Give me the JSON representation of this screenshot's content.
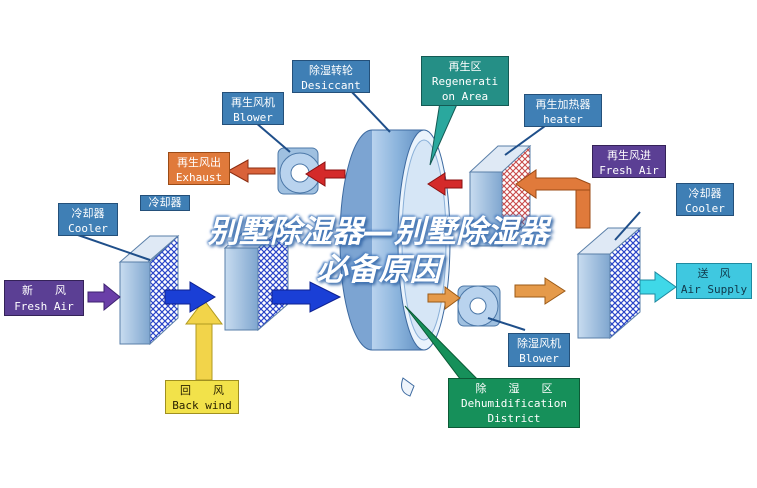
{
  "labels": {
    "desiccant": {
      "zh": "除湿转轮",
      "en": "Desiccant"
    },
    "regeneration_area": {
      "zh": "再生区",
      "en1": "Regenerati",
      "en2": "on Area"
    },
    "regen_blower": {
      "zh": "再生风机",
      "en": "Blower"
    },
    "regen_heater": {
      "zh": "再生加热器",
      "en": "heater"
    },
    "regen_exhaust": {
      "zh": "再生风出",
      "en": "Exhaust"
    },
    "regen_air_in": {
      "zh": "再生风进",
      "en": "Fresh Air"
    },
    "cooler_left": {
      "zh": "冷却器",
      "en": "Cooler"
    },
    "cooler_right": {
      "zh": "冷却器",
      "en": "Cooler"
    },
    "cooler_partial": {
      "zh": "冷却器"
    },
    "fresh_air": {
      "zh": "新　　风",
      "en": "Fresh Air"
    },
    "air_supply": {
      "zh": "送　风",
      "en": "Air Supply"
    },
    "back_wind": {
      "zh": "回　　风",
      "en": "Back wind"
    },
    "dehum_blower": {
      "zh": "除湿风机",
      "en": "Blower"
    },
    "dehum_district": {
      "zh": "除　　湿　　区",
      "en1": "Dehumidification",
      "en2": "District"
    }
  },
  "watermark": {
    "line1": "别墅除湿器—别墅除湿器",
    "line2": "必备原因"
  },
  "colors": {
    "label_blue": "#3f7fb5",
    "orange": "#e07a3b",
    "purple": "#5b3f94",
    "cyan": "#3fc8e0",
    "yellow": "#f2e24a",
    "green": "#16905a",
    "flow_blue": "#1a3fd6",
    "flow_red": "#d42a2a"
  }
}
